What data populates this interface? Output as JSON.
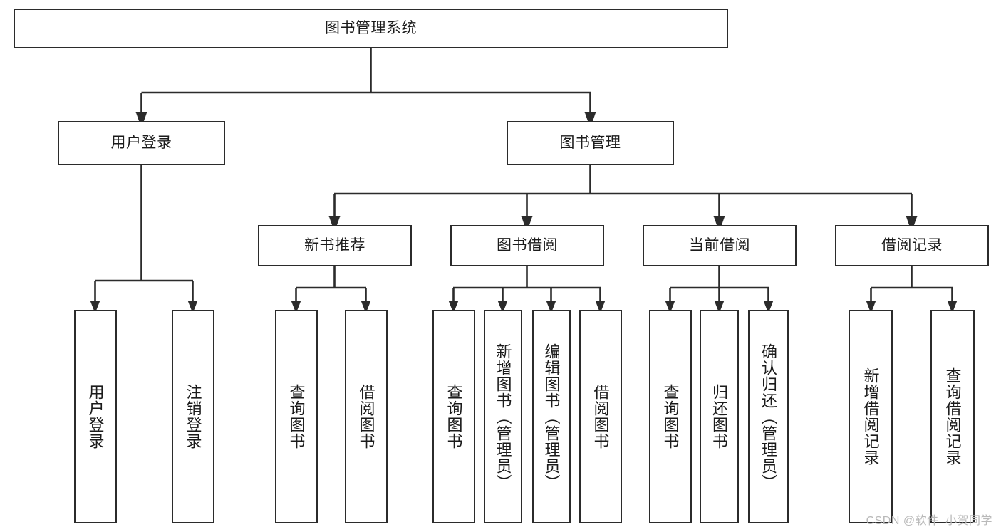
{
  "diagram": {
    "title": "图书管理系统",
    "type": "tree-hierarchy",
    "background_color": "#ffffff",
    "line_color": "#2b2b2b",
    "text_color": "#1b1b1b",
    "root": {
      "id": "root",
      "label": "图书管理系统",
      "orientation": "horizontal"
    },
    "level2": [
      {
        "id": "user-login",
        "label": "用户登录",
        "orientation": "horizontal"
      },
      {
        "id": "book-management",
        "label": "图书管理",
        "orientation": "horizontal"
      }
    ],
    "level3": [
      {
        "id": "new-book-recommend",
        "label": "新书推荐",
        "orientation": "horizontal"
      },
      {
        "id": "book-borrow",
        "label": "图书借阅",
        "orientation": "horizontal"
      },
      {
        "id": "current-borrow",
        "label": "当前借阅",
        "orientation": "horizontal"
      },
      {
        "id": "borrow-record",
        "label": "借阅记录",
        "orientation": "horizontal"
      }
    ],
    "leaves": [
      {
        "id": "leaf-user-login",
        "label": "用户登录",
        "parent": "user-login",
        "orientation": "vertical"
      },
      {
        "id": "leaf-user-logout",
        "label": "注销登录",
        "parent": "user-login",
        "orientation": "vertical"
      },
      {
        "id": "leaf-query-book-1",
        "label": "查询图书",
        "parent": "new-book-recommend",
        "orientation": "vertical"
      },
      {
        "id": "leaf-borrow-book-1",
        "label": "借阅图书",
        "parent": "new-book-recommend",
        "orientation": "vertical"
      },
      {
        "id": "leaf-query-book-2",
        "label": "查询图书",
        "parent": "book-borrow",
        "orientation": "vertical"
      },
      {
        "id": "leaf-add-book",
        "label": "新增图书（管理员）",
        "parent": "book-borrow",
        "orientation": "vertical"
      },
      {
        "id": "leaf-edit-book",
        "label": "编辑图书（管理员）",
        "parent": "book-borrow",
        "orientation": "vertical"
      },
      {
        "id": "leaf-borrow-book-2",
        "label": "借阅图书",
        "parent": "book-borrow",
        "orientation": "vertical"
      },
      {
        "id": "leaf-query-book-3",
        "label": "查询图书",
        "parent": "current-borrow",
        "orientation": "vertical"
      },
      {
        "id": "leaf-return-book",
        "label": "归还图书",
        "parent": "current-borrow",
        "orientation": "vertical"
      },
      {
        "id": "leaf-confirm-return",
        "label": "确认归还（管理员）",
        "parent": "current-borrow",
        "orientation": "vertical"
      },
      {
        "id": "leaf-add-borrow-record",
        "label": "新增借阅记录",
        "parent": "borrow-record",
        "orientation": "vertical"
      },
      {
        "id": "leaf-query-borrow-record",
        "label": "查询借阅记录",
        "parent": "borrow-record",
        "orientation": "vertical"
      }
    ]
  },
  "watermark": {
    "text": "CSDN @软件_小贺同学"
  }
}
